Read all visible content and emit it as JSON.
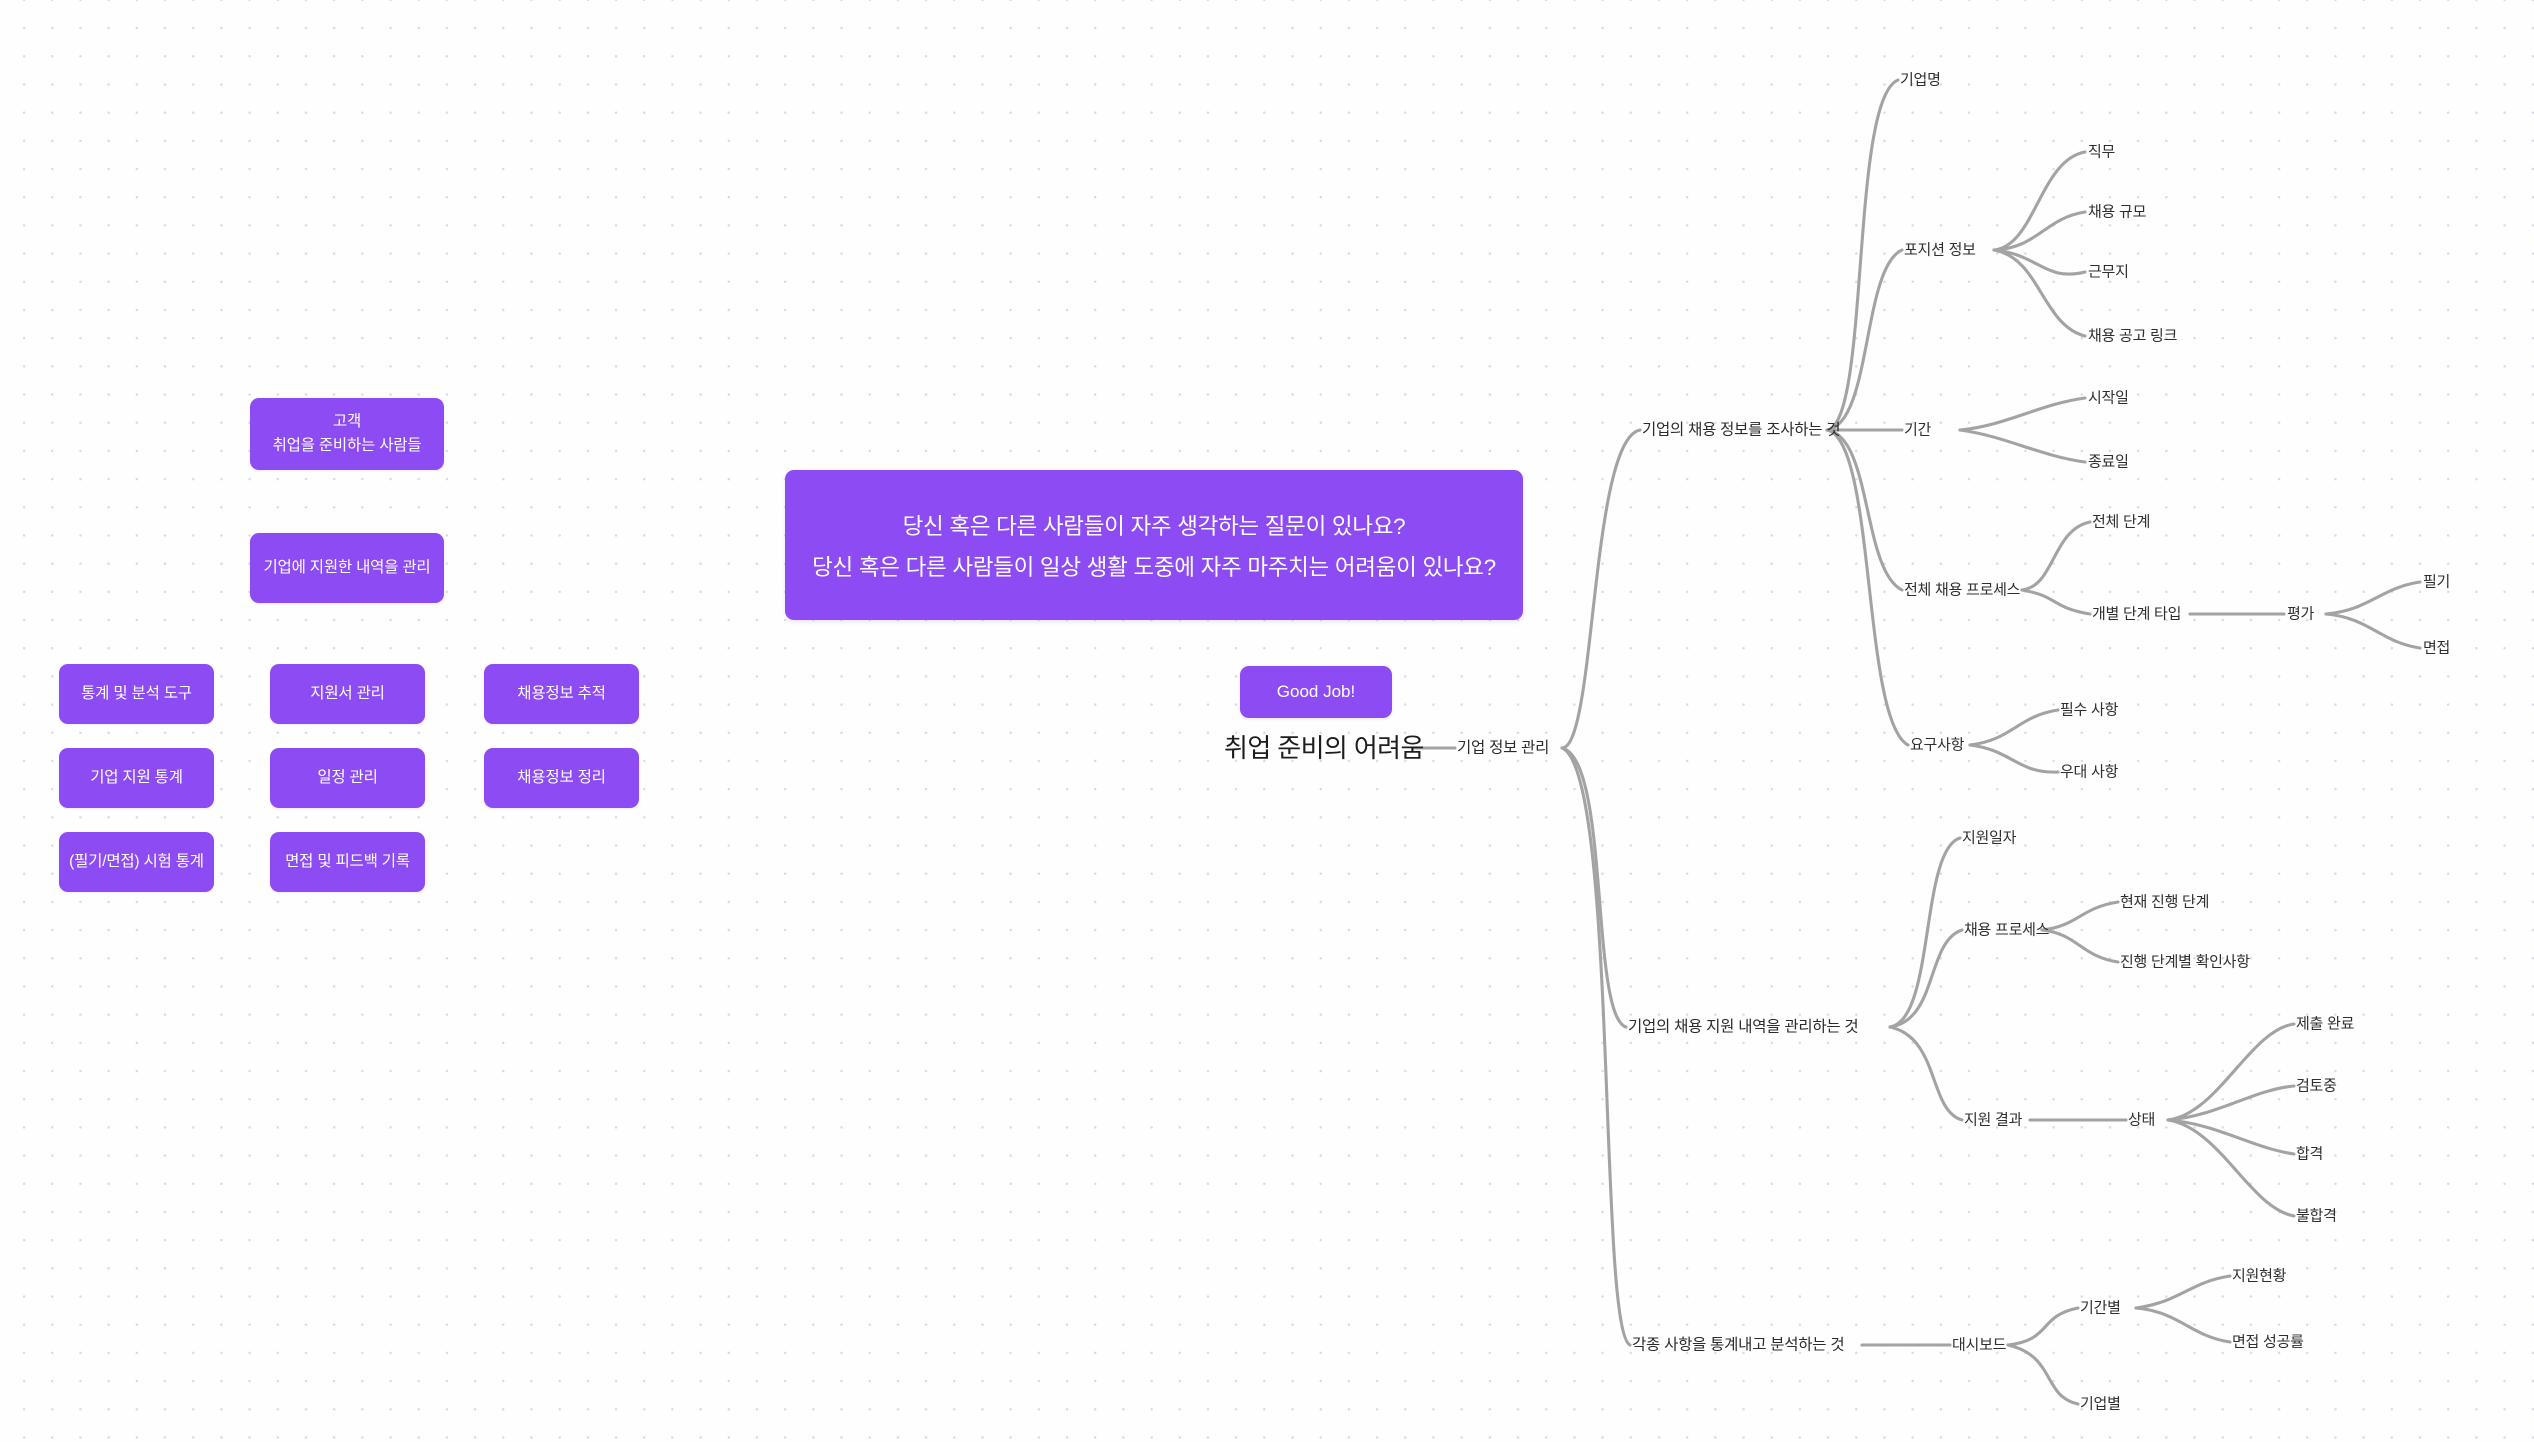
{
  "canvas": {
    "background": "#fefeff",
    "dot_color": "#ded9e4",
    "accent": "#8d4cf3",
    "edge_color": "#a0a0a0",
    "text_color": "#2f2f2f"
  },
  "banner": {
    "line1": "당신 혹은 다른 사람들이 자주 생각하는 질문이 있나요?",
    "line2": "당신 혹은 다른 사람들이 일상 생활 도중에 자주 마주치는 어려움이 있나요?"
  },
  "badge": {
    "label": "Good Job!"
  },
  "cards": {
    "customer": "고객\n취업을 준비하는 사람들",
    "manage": "기업에 지원한 내역을 관리",
    "col1": [
      "통계 및 분석 도구",
      "기업 지원 통계",
      "(필기/면접) 시험 통계"
    ],
    "col2": [
      "지원서 관리",
      "일정 관리",
      "면접 및 피드백 기록"
    ],
    "col3": [
      "채용정보 추적",
      "채용정보 정리"
    ]
  },
  "mindmap": {
    "root": "취업 준비의 어려움",
    "level1": "기업 정보 관리",
    "branches": [
      {
        "label": "기업의 채용 정보를 조사하는 것",
        "children": [
          {
            "label": "기업명",
            "children": []
          },
          {
            "label": "포지션 정보",
            "children": [
              {
                "label": "직무"
              },
              {
                "label": "채용 규모"
              },
              {
                "label": "근무지"
              },
              {
                "label": "채용 공고 링크"
              }
            ]
          },
          {
            "label": "기간",
            "children": [
              {
                "label": "시작일"
              },
              {
                "label": "종료일"
              }
            ]
          },
          {
            "label": "전체 채용 프로세스",
            "children": [
              {
                "label": "전체 단계"
              },
              {
                "label": "개별 단계 타입",
                "children": [
                  {
                    "label": "평가",
                    "children": [
                      {
                        "label": "필기"
                      },
                      {
                        "label": "면접"
                      }
                    ]
                  }
                ]
              }
            ]
          },
          {
            "label": "요구사항",
            "children": [
              {
                "label": "필수 사항"
              },
              {
                "label": "우대 사항"
              }
            ]
          }
        ]
      },
      {
        "label": "기업의 채용 지원 내역을 관리하는 것",
        "children": [
          {
            "label": "지원일자",
            "children": []
          },
          {
            "label": "채용 프로세스",
            "children": [
              {
                "label": "현재 진행 단계"
              },
              {
                "label": "진행 단계별 확인사항"
              }
            ]
          },
          {
            "label": "지원 결과",
            "children": [
              {
                "label": "상태",
                "children": [
                  {
                    "label": "제출 완료"
                  },
                  {
                    "label": "검토중"
                  },
                  {
                    "label": "합격"
                  },
                  {
                    "label": "불합격"
                  }
                ]
              }
            ]
          }
        ]
      },
      {
        "label": "각종 사항을 통계내고 분석하는 것",
        "children": [
          {
            "label": "대시보드",
            "children": [
              {
                "label": "기간별",
                "children": [
                  {
                    "label": "지원현황"
                  },
                  {
                    "label": "면접 성공률"
                  }
                ]
              },
              {
                "label": "기업별"
              }
            ]
          }
        ]
      }
    ]
  },
  "nodes_flat": {
    "root": "취업 준비의 어려움",
    "n_info_mgmt": "기업 정보 관리",
    "n_b1": "기업의 채용 정보를 조사하는 것",
    "n_b2": "기업의 채용 지원 내역을 관리하는 것",
    "n_b3": "각종 사항을 통계내고 분석하는 것",
    "n_company_name": "기업명",
    "n_position": "포지션 정보",
    "n_job": "직무",
    "n_scale": "채용 규모",
    "n_place": "근무지",
    "n_link": "채용 공고 링크",
    "n_period": "기간",
    "n_start": "시작일",
    "n_end": "종료일",
    "n_process": "전체 채용 프로세스",
    "n_allstage": "전체 단계",
    "n_stagetype": "개별 단계 타입",
    "n_eval": "평가",
    "n_written": "필기",
    "n_interview": "면접",
    "n_require": "요구사항",
    "n_must": "필수 사항",
    "n_pref": "우대 사항",
    "n_applydate": "지원일자",
    "n_hireproc": "채용 프로세스",
    "n_curstage": "현재 진행 단계",
    "n_stagecheck": "진행 단계별 확인사항",
    "n_result": "지원 결과",
    "n_status": "상태",
    "n_submitted": "제출 완료",
    "n_reviewing": "검토중",
    "n_pass": "합격",
    "n_fail": "불합격",
    "n_dashboard": "대시보드",
    "n_byperiod": "기간별",
    "n_applystatus": "지원현황",
    "n_interviewrate": "면접 성공률",
    "n_bycompany": "기업별"
  }
}
